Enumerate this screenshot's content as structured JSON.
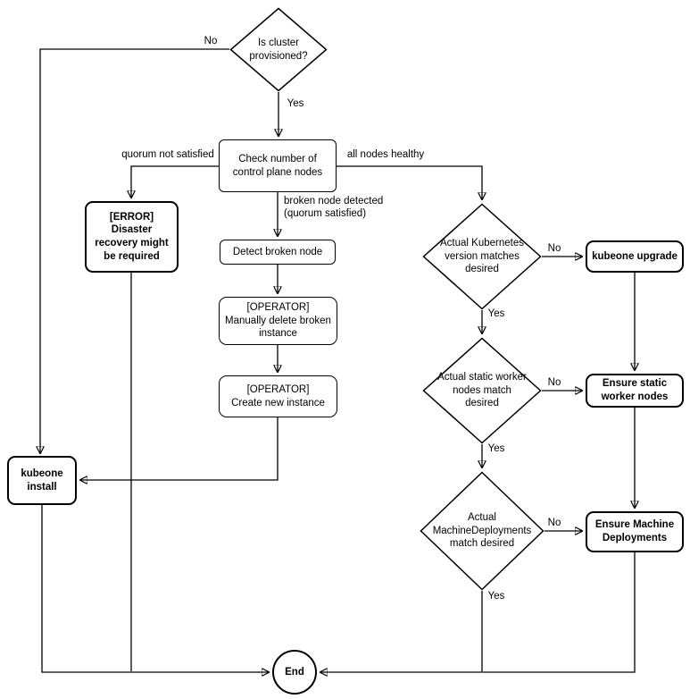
{
  "nodes": {
    "is_cluster_provisioned": {
      "lines": [
        "Is cluster",
        "provisioned?"
      ]
    },
    "check_control_plane": {
      "lines": [
        "Check number of",
        "control plane nodes"
      ]
    },
    "error_disaster_recovery": {
      "lines": [
        "[ERROR]",
        "Disaster",
        "recovery might",
        "be required"
      ]
    },
    "detect_broken_node": {
      "lines": [
        "Detect broken node"
      ]
    },
    "operator_delete_instance": {
      "lines": [
        "[OPERATOR]",
        "Manually delete broken",
        "instance"
      ]
    },
    "operator_create_instance": {
      "lines": [
        "[OPERATOR]",
        "Create new instance"
      ]
    },
    "kubeone_install": {
      "lines": [
        "kubeone",
        "install"
      ]
    },
    "k8s_version_matches": {
      "lines": [
        "Actual Kubernetes",
        "version matches",
        "desired"
      ]
    },
    "kubeone_upgrade": {
      "lines": [
        "kubeone upgrade"
      ]
    },
    "static_workers_match": {
      "lines": [
        "Actual static worker",
        "nodes match",
        "desired"
      ]
    },
    "ensure_static_workers": {
      "lines": [
        "Ensure static",
        "worker nodes"
      ]
    },
    "machinedeployments_match": {
      "lines": [
        "Actual",
        "MachineDeployments",
        "match desired"
      ]
    },
    "ensure_machine_deployments": {
      "lines": [
        "Ensure Machine",
        "Deployments"
      ]
    },
    "end": {
      "lines": [
        "End"
      ]
    }
  },
  "edge_labels": {
    "provisioned_no": "No",
    "provisioned_yes": "Yes",
    "quorum_not_satisfied": "quorum not satisfied",
    "all_nodes_healthy": "all nodes healthy",
    "broken_node_detected": [
      "broken node detected",
      "(quorum satisfied)"
    ],
    "version_no": "No",
    "version_yes": "Yes",
    "workers_no": "No",
    "workers_yes": "Yes",
    "md_no": "No",
    "md_yes": "Yes"
  },
  "colors": {
    "stroke": "#000000",
    "background": "#ffffff"
  }
}
